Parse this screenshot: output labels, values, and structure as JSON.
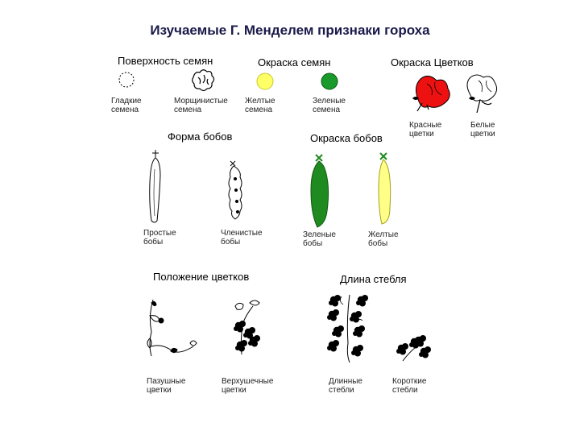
{
  "title": "Изучаемые Г. Менделем признаки гороха",
  "sections": {
    "seed_surface": {
      "heading": "Поверхность семян",
      "items": [
        {
          "label": "Гладкие семена"
        },
        {
          "label": "Морщинистые семена"
        }
      ]
    },
    "seed_color": {
      "heading": "Окраска семян",
      "items": [
        {
          "label": "Желтые семена",
          "color": "#ffff66"
        },
        {
          "label": "Зеленые семена",
          "color": "#1a9a2a"
        }
      ]
    },
    "flower_color": {
      "heading": "Окраска Цветков",
      "items": [
        {
          "label": "Красные цветки",
          "color": "#ee1111"
        },
        {
          "label": "Белые цветки",
          "color": "#ffffff"
        }
      ]
    },
    "pod_shape": {
      "heading": "Форма бобов",
      "items": [
        {
          "label": "Простые бобы"
        },
        {
          "label": "Членистые бобы"
        }
      ]
    },
    "pod_color": {
      "heading": "Окраска бобов",
      "items": [
        {
          "label": "Зеленые бобы",
          "color": "#1f8a1f"
        },
        {
          "label": "Желтые бобы",
          "color": "#ffff88"
        }
      ]
    },
    "flower_position": {
      "heading": "Положение цветков",
      "items": [
        {
          "label": "Пазушные цветки"
        },
        {
          "label": "Верхушечные цветки"
        }
      ]
    },
    "stem_length": {
      "heading": "Длина стебля",
      "items": [
        {
          "label": "Длинные стебли"
        },
        {
          "label": "Короткие стебли"
        }
      ]
    }
  }
}
